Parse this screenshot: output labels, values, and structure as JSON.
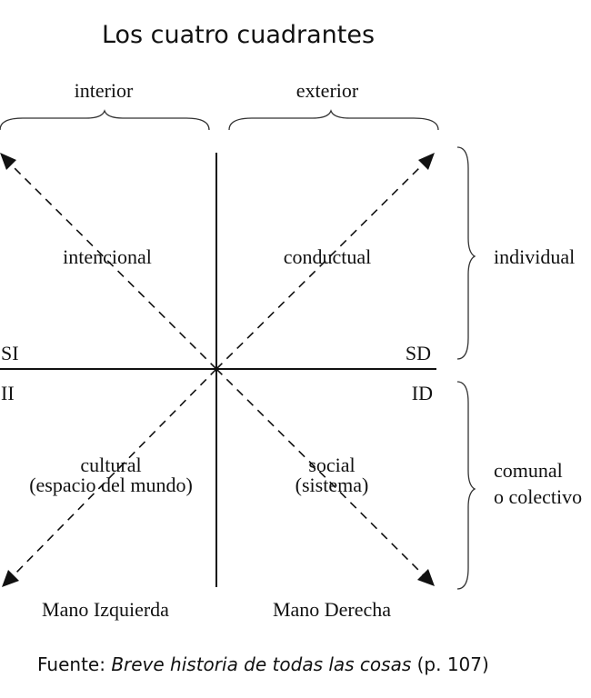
{
  "title": "Los cuatro cuadrantes",
  "columns": {
    "left": "interior",
    "right": "exterior"
  },
  "rows": {
    "top": "individual",
    "bottom_line1": "comunal",
    "bottom_line2": "o colectivo"
  },
  "quadrant_codes": {
    "top_left": "SI",
    "top_right": "SD",
    "bottom_left": "II",
    "bottom_right": "ID"
  },
  "quadrant_labels": {
    "top_left": "intencional",
    "top_right": "conductual",
    "bottom_left_line1": "cultural",
    "bottom_left_line2": "(espacio del mundo)",
    "bottom_right_line1": "social",
    "bottom_right_line2": "(sistema)"
  },
  "hands": {
    "left": "Mano Izquierda",
    "right": "Mano Derecha"
  },
  "source": {
    "prefix": "Fuente: ",
    "book": "Breve historia de todas las cosas",
    "suffix": " (p. 107)"
  }
}
